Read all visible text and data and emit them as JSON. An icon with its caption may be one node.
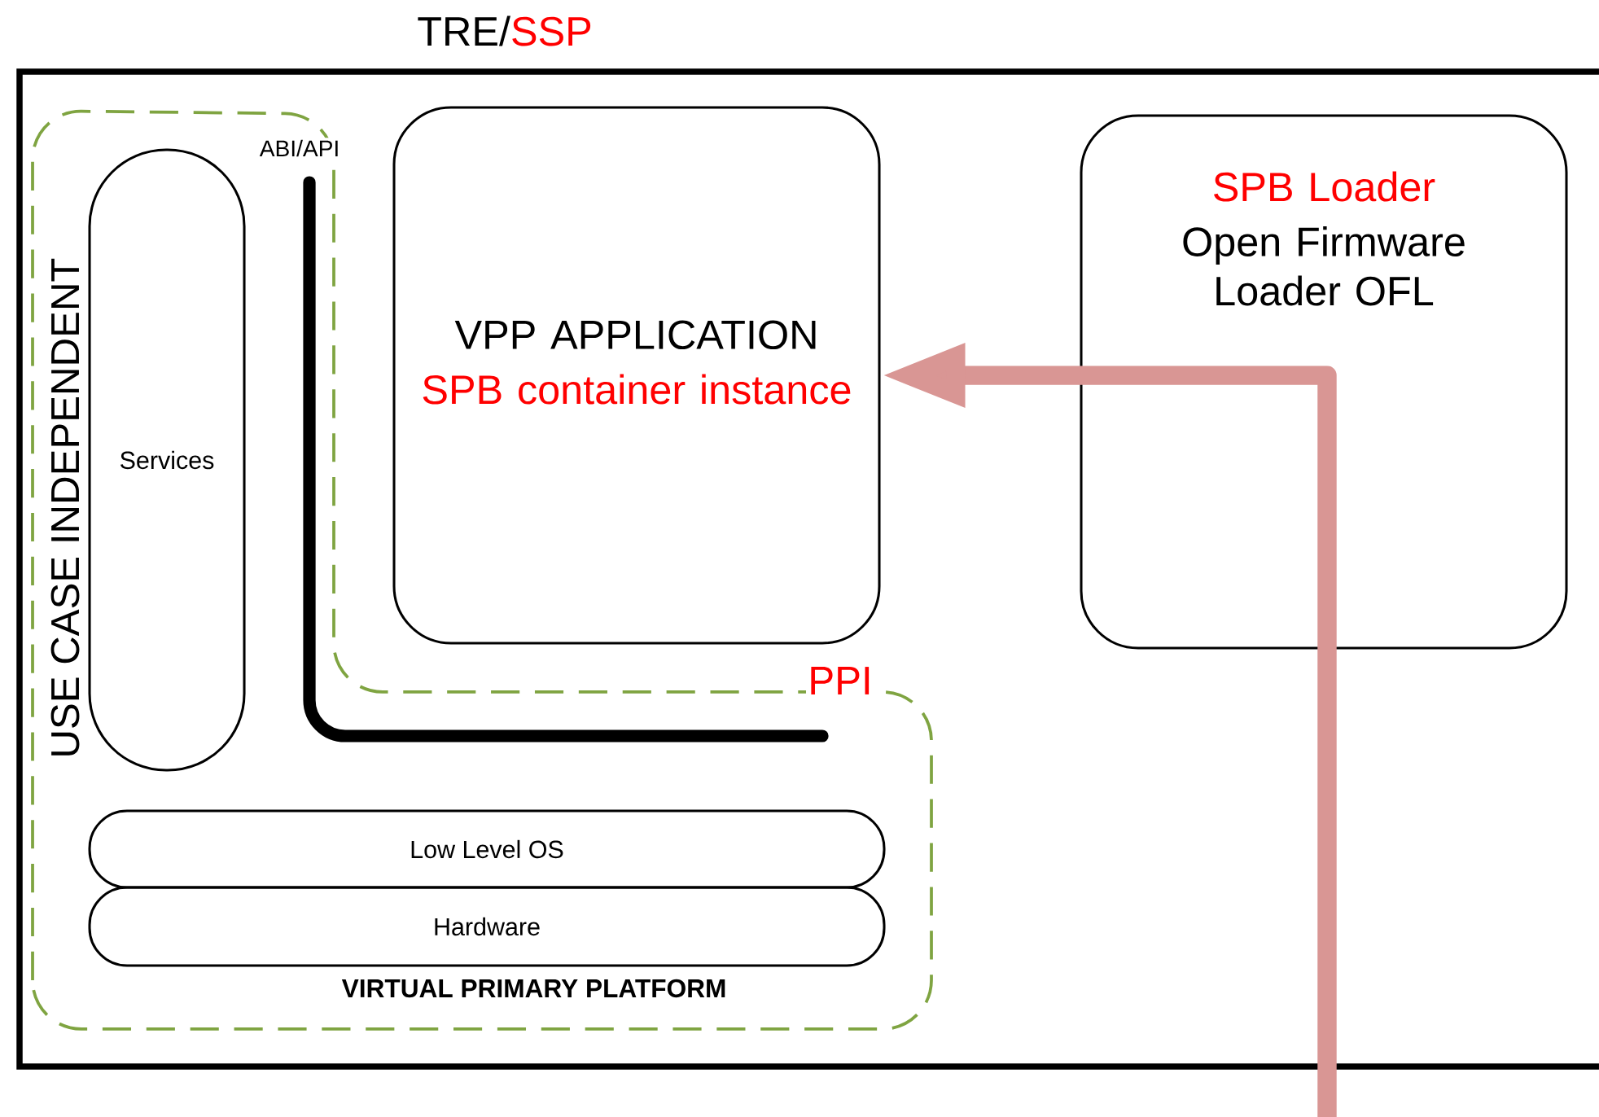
{
  "diagram": {
    "nodes": [
      {
        "text": [
          "TRE/",
          "SSP"
        ]
      },
      {
        "text": [
          "USE CASE INDEPENDENT",
          "VIRTUAL PRIMARY PLATFORM"
        ],
        "in": 0
      },
      {
        "text": [
          "Services"
        ],
        "in": 1
      },
      {
        "text": [
          "Low Level OS"
        ],
        "in": 1
      },
      {
        "text": [
          "Hardware"
        ],
        "in": 1
      },
      {
        "text": [
          "VPP APPLICATION",
          "SPB container instance"
        ],
        "in": 0
      },
      {
        "text": [
          "SPB Loader",
          "Open Firmware Loader OFL"
        ],
        "in": 0
      }
    ],
    "edges": [
      {
        "from": null,
        "to": 5,
        "arrow": "to",
        "color": "#d99694"
      }
    ],
    "labels": [
      "ABI/API",
      "PPI"
    ]
  }
}
